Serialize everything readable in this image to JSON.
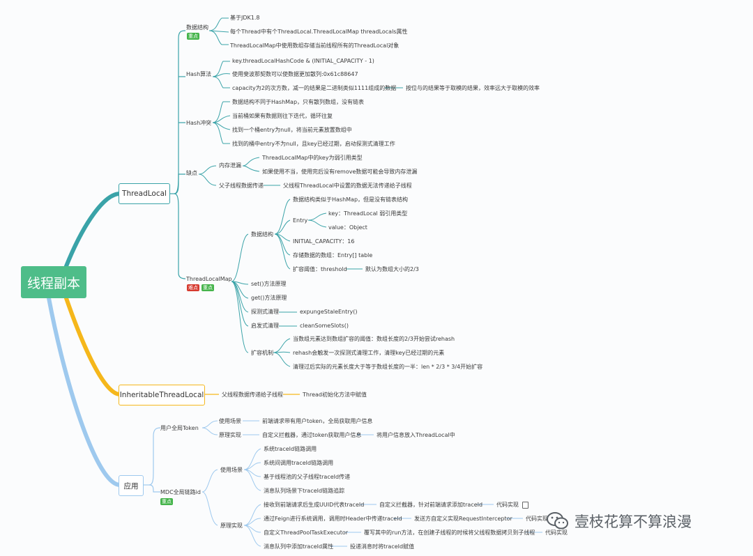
{
  "root": "线程副本",
  "branch_threadlocal": {
    "label": "ThreadLocal",
    "data_structure": {
      "label": "数据结构",
      "badge": "重点",
      "items": [
        "基于JDK1.8",
        "每个Thread中有个ThreadLocal.ThreadLocalMap threadLocals属性",
        "ThreadLocalMap中使用数组存储当前线程所有的ThreadLocal对象"
      ]
    },
    "hash_algo": {
      "label": "Hash算法",
      "items": [
        "key.threadLocalHashCode & (INITIAL_CAPACITY - 1)",
        "使用斐波那契数可以使数据更加散列:0x61c88647",
        "capacity为2的次方数，减一的结果是二进制类似1111组成的数据"
      ],
      "extra": "按位与的结果等于取模的结果，效率远大于取模的效率"
    },
    "hash_conflict": {
      "label": "Hash冲突",
      "items": [
        "数据结构不同于HashMap，只有散列数组，没有链表",
        "当前桶如果有数据则往下迭代，循环往复",
        "找到一个桶entry为null，将当前元素放置数组中",
        "找到的桶中entry不为null，且key已经过期，启动探测式清理工作"
      ]
    },
    "drawbacks": {
      "label": "缺点",
      "memory_leak": {
        "label": "内存泄漏",
        "items": [
          "ThreadLocalMap中的key为弱引用类型",
          "如果使用不当，使用完后没有remove数据可能会导致内存泄漏"
        ]
      },
      "parent_child": {
        "label": "父子线程数据传递",
        "item": "父线程ThreadLocal中设置的数据无法传递给子线程"
      }
    },
    "map": {
      "label": "ThreadLocalMap",
      "badges": [
        "难点",
        "重点"
      ],
      "data_structure": {
        "label": "数据结构",
        "items": [
          "数据结构类似于HashMap，但是没有链表结构",
          "Entry",
          "INITIAL_CAPACITY：16",
          "存储数据的数组：Entry[] table",
          "扩容阈值：threshold"
        ],
        "entry_children": [
          "key：ThreadLocal 弱引用类型",
          "value：Object"
        ],
        "threshold_child": "默认为数组大小的2/3"
      },
      "set": "set()方法原理",
      "get": "get()方法原理",
      "probe": {
        "label": "探测式清理",
        "item": "expungeStaleEntry()"
      },
      "heuristic": {
        "label": "启发式清理",
        "item": "cleanSomeSlots()"
      },
      "resize": {
        "label": "扩容机制",
        "items": [
          "当数组元素达到数组扩容的阈值：数组长度的2/3开始尝试rehash",
          "rehash会触发一次探测式清理工作，清理key已经过期的元素",
          "清理过后实际的元素长度大于等于数组长度的一半：len * 2/3 * 3/4开始扩容"
        ]
      }
    }
  },
  "branch_inheritable": {
    "label": "InheritableThreadLocal",
    "item": "父线程数据传递给子线程",
    "item2": "Thread初始化方法中赋值"
  },
  "branch_app": {
    "label": "应用",
    "token": {
      "label": "用户全局Token",
      "scene": {
        "label": "使用场景",
        "item": "前端请求带有用户token，全局获取用户信息"
      },
      "impl": {
        "label": "原理实现",
        "item": "自定义拦截器，通过token获取用户信息",
        "item2": "将用户信息放入ThreadLocal中"
      }
    },
    "mdc": {
      "label": "MDC全局链路id",
      "badge": "重点",
      "scene": {
        "label": "使用场景",
        "items": [
          "系统traceId链路调用",
          "系统间调用traceId链路调用",
          "基于线程池的父子线程traceId传递",
          "消息队列场景下traceId链路追踪"
        ]
      },
      "impl": {
        "label": "原理实现",
        "rows": [
          {
            "a": "接收到前端请求后生成UUID代表traceId",
            "b": "自定义拦截器，针对前端请求添加traceId",
            "c": "代码实现"
          },
          {
            "a": "通过Feign进行系统调用，调用时Header中传递traceId",
            "b": "发送方自定义实现RequestInterceptor",
            "c": "代码实现"
          },
          {
            "a": "自定义ThreadPoolTaskExecutor",
            "b": "覆写其中的run方法，在创建子线程的时候将父线程数据拷贝到子线程",
            "c": "代码实现"
          },
          {
            "a": "消息队列中添加traceId属性",
            "b": "投递消息时将traceId赋值",
            "c": ""
          }
        ]
      }
    }
  },
  "watermark": "壹枝花算不算浪漫",
  "colors": {
    "root": "#4ebd89",
    "branch1": "#3aa3a8",
    "branch2": "#f5b71b",
    "branch3": "#9ec9ee"
  }
}
